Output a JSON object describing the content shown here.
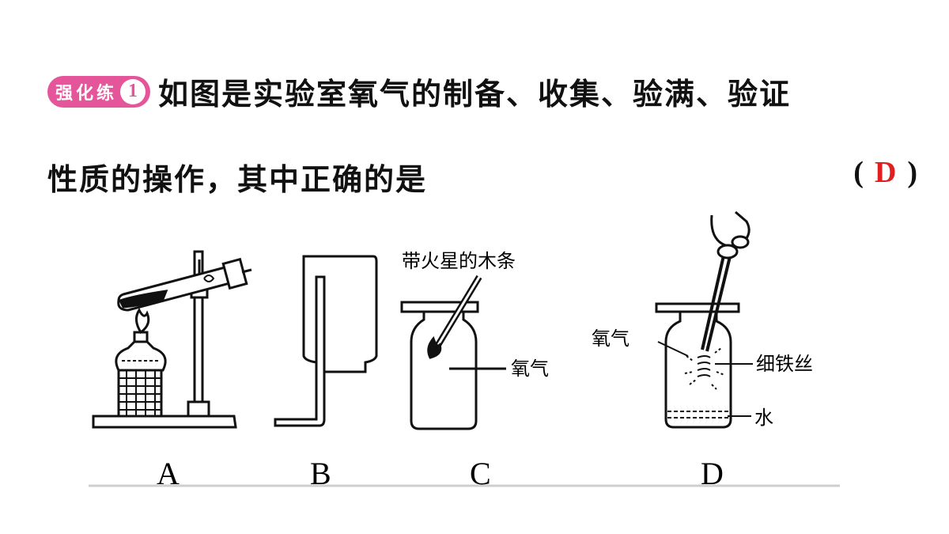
{
  "question": {
    "badge_text": "强化练",
    "badge_number": "1",
    "line1": "如图是实验室氧气的制备、收集、验满、验证",
    "line2": "性质的操作，其中正确的是",
    "answer_open": "(",
    "answer": "D",
    "answer_close": ")"
  },
  "figures": {
    "A": {
      "label": "A"
    },
    "B": {
      "label": "B"
    },
    "C": {
      "label": "C",
      "stick_label": "带火星的木条",
      "gas_label": "氧气"
    },
    "D": {
      "label": "D",
      "gas_label": "氧气",
      "wire_label": "细铁丝",
      "water_label": "水"
    }
  },
  "colors": {
    "badge": "#e5559a",
    "answer": "#e02020"
  }
}
